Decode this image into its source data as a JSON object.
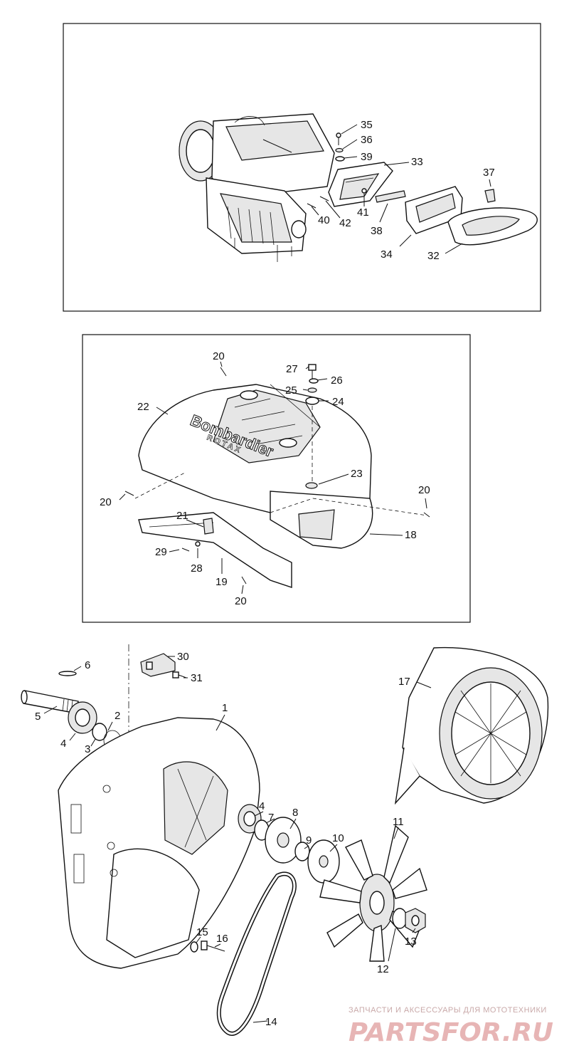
{
  "panel_top": {
    "callouts": [
      "35",
      "36",
      "39",
      "33",
      "37",
      "40",
      "42",
      "41",
      "38",
      "34",
      "32"
    ]
  },
  "panel_mid": {
    "brand_text": "Bombardier",
    "brand_sub": "ROTAX",
    "callouts": [
      "20",
      "27",
      "26",
      "25",
      "24",
      "22",
      "23",
      "20",
      "20",
      "18",
      "21",
      "29",
      "28",
      "19",
      "20"
    ]
  },
  "panel_bottom": {
    "callouts": [
      "30",
      "6",
      "31",
      "5",
      "2",
      "1",
      "17",
      "4",
      "3",
      "4",
      "8",
      "7",
      "9",
      "10",
      "11",
      "15",
      "16",
      "13",
      "12",
      "14"
    ]
  },
  "watermark": {
    "tagline": "ЗАПЧАСТИ И АКСЕССУАРЫ ДЛЯ МОТОТЕХНИКИ",
    "brand": "PARTSFOR.RU"
  }
}
